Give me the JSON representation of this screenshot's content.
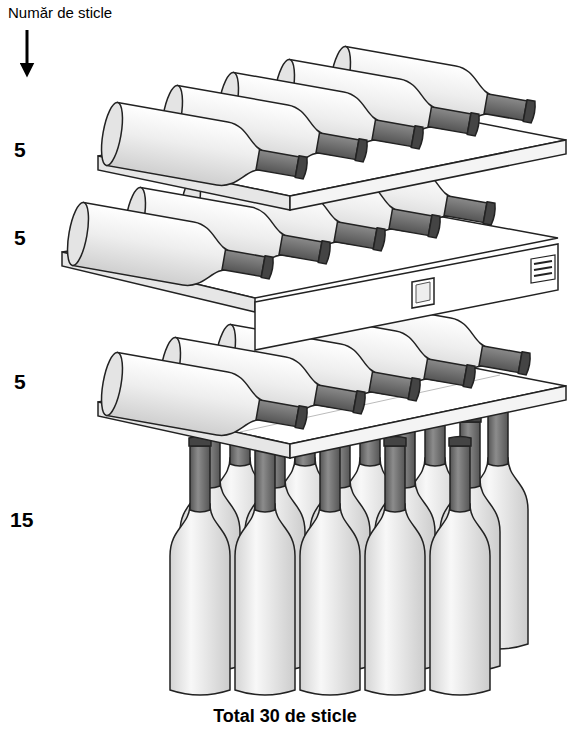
{
  "diagram": {
    "caption": "Total 30 de sticle",
    "labels": [
      "Număr de sticle",
      "5",
      "5",
      "5",
      "15"
    ]
  }
}
